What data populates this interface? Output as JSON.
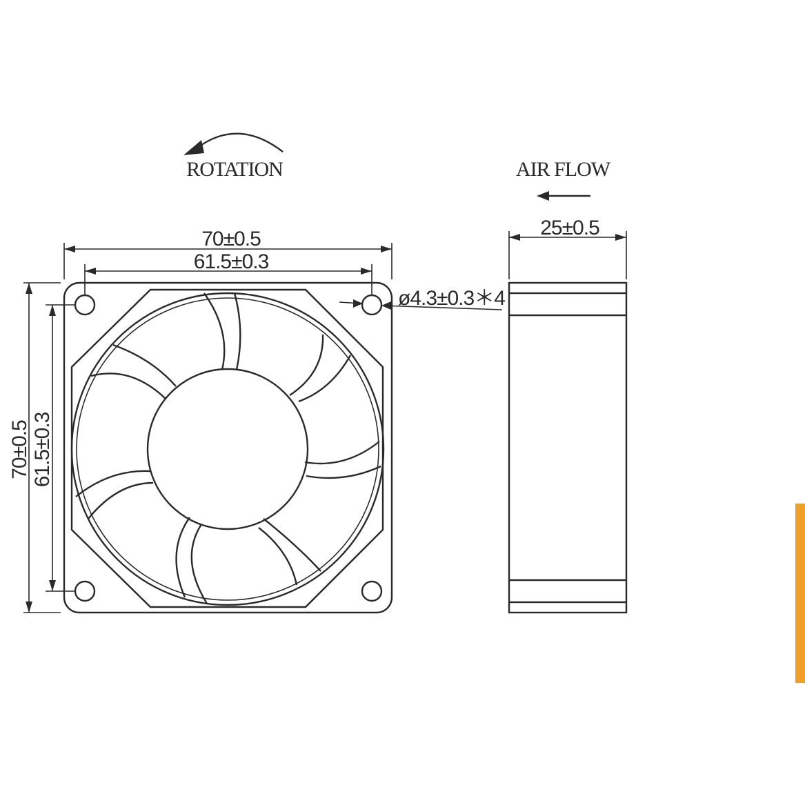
{
  "labels": {
    "rotation": "ROTATION",
    "air_flow": "AIR FLOW"
  },
  "dimensions": {
    "width_outer": "70±0.5",
    "width_holes": "61.5±0.3",
    "height_outer": "70±0.5",
    "height_holes": "61.5±0.3",
    "hole_diameter": "ø4.3±0.3＊4",
    "depth": "25±0.5"
  },
  "colors": {
    "line": "#2a2a2a",
    "accent_bar": "#f0a028"
  }
}
